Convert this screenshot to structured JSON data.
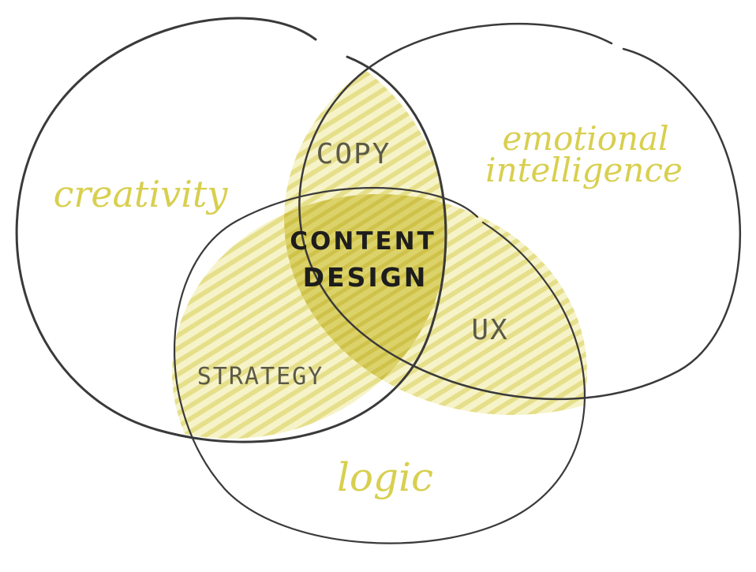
{
  "diagram": {
    "sets": {
      "creativity": "creativity",
      "emotional_line1": "emotional",
      "emotional_line2": "intelligence",
      "logic": "logic"
    },
    "overlaps": {
      "copy": "COPY",
      "ux": "UX",
      "strategy": "STRATEGY",
      "center_line1": "CONTENT",
      "center_line2": "DESIGN"
    },
    "colors": {
      "outline": "#3a3a3a",
      "set_label": "#d8cf4e",
      "pair_fill": "#efeaa0",
      "center_fill": "#d8cc55",
      "pair_label": "#5b5a48",
      "center_label": "#1d1d1d"
    }
  }
}
